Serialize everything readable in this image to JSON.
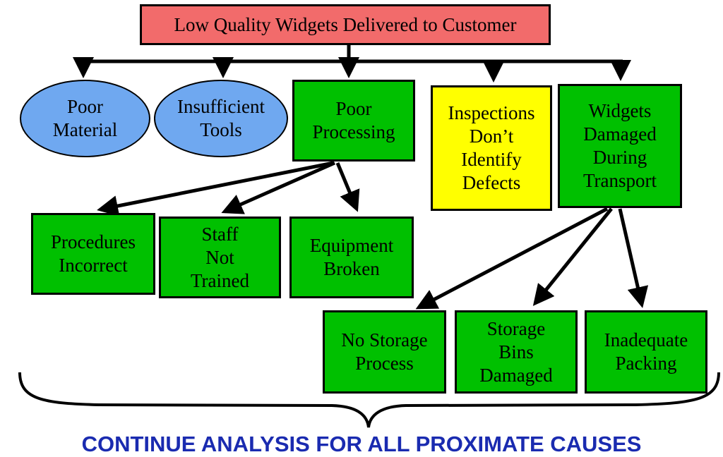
{
  "root": {
    "label": "Low Quality  Widgets Delivered to Customer"
  },
  "level1": {
    "poor_material": "Poor\nMaterial",
    "insufficient_tools": "Insufficient\nTools",
    "poor_processing": "Poor\nProcessing",
    "inspections": "Inspections\nDon’t\nIdentify\nDefects",
    "widgets_damaged": "Widgets\nDamaged\nDuring\nTransport"
  },
  "processing_causes": {
    "procedures": "Procedures\nIncorrect",
    "staff": "Staff\nNot\nTrained",
    "equipment": "Equipment\nBroken"
  },
  "transport_causes": {
    "storage_process": "No Storage\nProcess",
    "storage_bins": "Storage\nBins\nDamaged",
    "packing": "Inadequate\nPacking"
  },
  "footer": {
    "text": "CONTINUE ANALYSIS FOR ALL PROXIMATE CAUSES"
  },
  "colors": {
    "root_fill": "#f26b6b",
    "oval_fill": "#6fa8f0",
    "green_fill": "#00c000",
    "yellow_fill": "#ffff00",
    "footer_text": "#1a2bb0"
  }
}
